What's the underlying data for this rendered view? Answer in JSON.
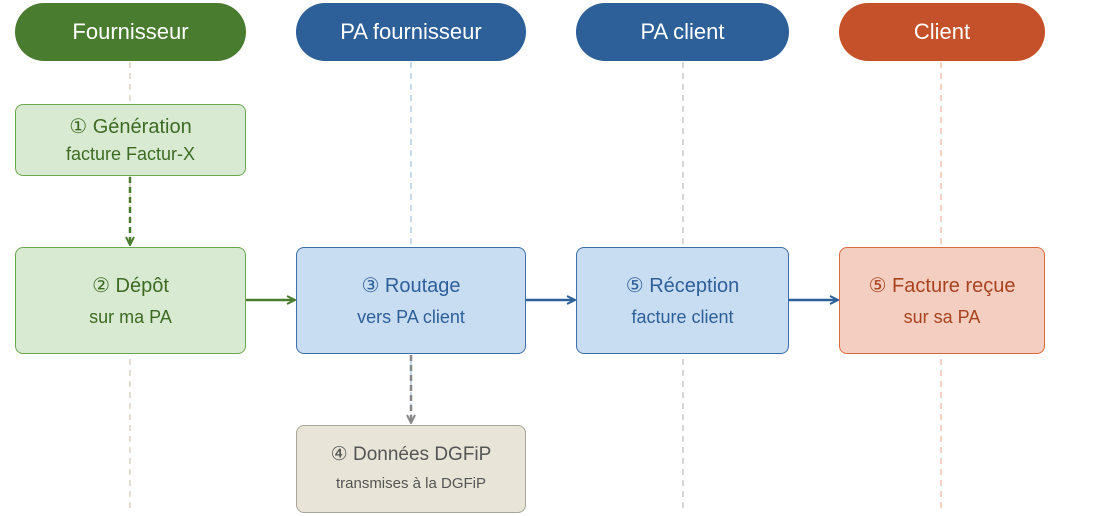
{
  "lanes": [
    {
      "label": "Fournisseur",
      "color": "#4a7c2f"
    },
    {
      "label": "PA fournisseur",
      "color": "#2d5f99"
    },
    {
      "label": "PA client",
      "color": "#2d5f99"
    },
    {
      "label": "Client",
      "color": "#c4512a"
    }
  ],
  "steps": {
    "generation": {
      "title": "① Génération",
      "sub": "facture Factur-X"
    },
    "depot": {
      "title": "② Dépôt",
      "sub": "sur ma PA"
    },
    "routage": {
      "title": "③ Routage",
      "sub": "vers PA client"
    },
    "dgfip": {
      "title": "④ Données DGFiP",
      "sub": "transmises à la DGFiP"
    },
    "reception": {
      "title": "⑤ Réception",
      "sub": "facture client"
    },
    "facture_recue": {
      "title": "⑤ Facture reçue",
      "sub": "sur sa PA"
    }
  },
  "colors": {
    "green_fill": "#d9ead3",
    "green_border": "#6aa84f",
    "green_text": "#3d6b22",
    "blue_fill": "#c9ddf2",
    "blue_border": "#3c6fa8",
    "blue_text": "#2d5f99",
    "orange_fill": "#f4cfc1",
    "orange_border": "#d9693f",
    "orange_text": "#a8431f",
    "grey_fill": "#e8e4d8",
    "grey_border": "#a9a598",
    "grey_text": "#555555"
  }
}
